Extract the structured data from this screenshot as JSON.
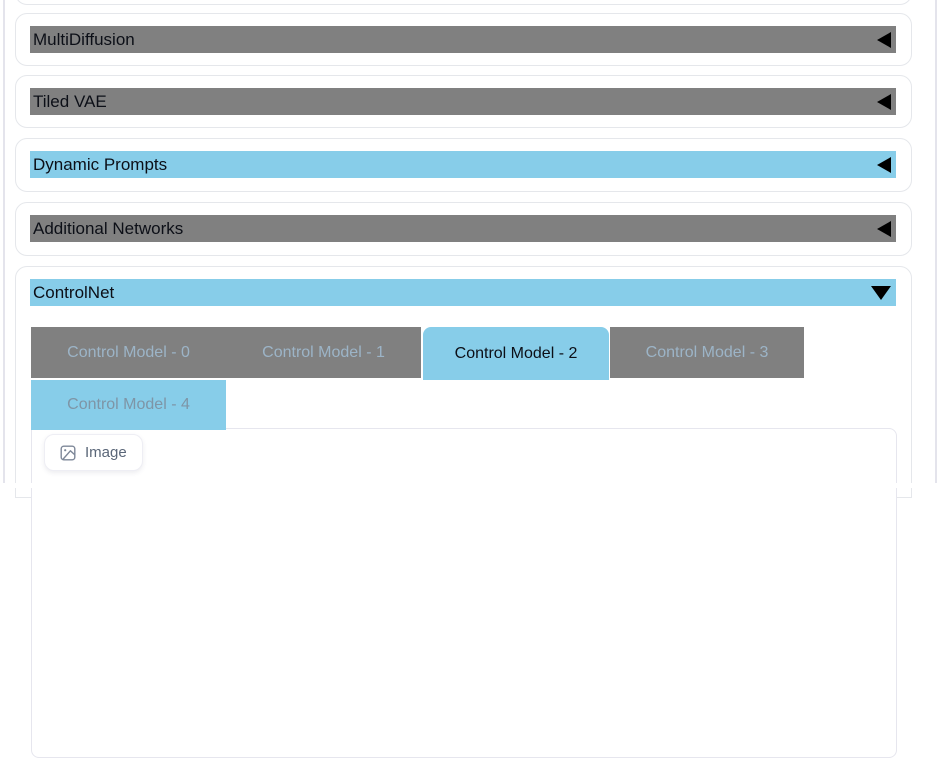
{
  "colors": {
    "accent_blue": "#87cde9",
    "header_gray": "#808080",
    "card_border": "#e5e7eb",
    "header_text": "#0c0f17",
    "unselected_tab_text_on_gray": "#9cb4c7",
    "unselected_tab_text_on_blue": "#7e95a6",
    "selected_tab_text": "#0c0f17",
    "image_button_text": "#5a6678",
    "arrow_icon": "#000000"
  },
  "accordions": [
    {
      "label": "MultiDiffusion",
      "state": "collapsed",
      "header_color": "gray"
    },
    {
      "label": "Tiled VAE",
      "state": "collapsed",
      "header_color": "gray"
    },
    {
      "label": "Dynamic Prompts",
      "state": "collapsed",
      "header_color": "blue"
    },
    {
      "label": "Additional Networks",
      "state": "collapsed",
      "header_color": "gray"
    },
    {
      "label": "ControlNet",
      "state": "expanded",
      "header_color": "blue"
    }
  ],
  "controlnet": {
    "unit_tabs": [
      {
        "label": "Control Model - 0",
        "selected": false
      },
      {
        "label": "Control Model - 1",
        "selected": false
      },
      {
        "label": "Control Model - 2",
        "selected": true
      },
      {
        "label": "Control Model - 3",
        "selected": false
      },
      {
        "label": "Control Model - 4",
        "selected": false
      }
    ],
    "content_tabs": [
      {
        "label": "Image",
        "selected": true
      }
    ]
  },
  "icons": {
    "collapsed_accordion": "left-triangle",
    "expanded_accordion": "down-triangle",
    "image_tab": "picture-icon"
  }
}
